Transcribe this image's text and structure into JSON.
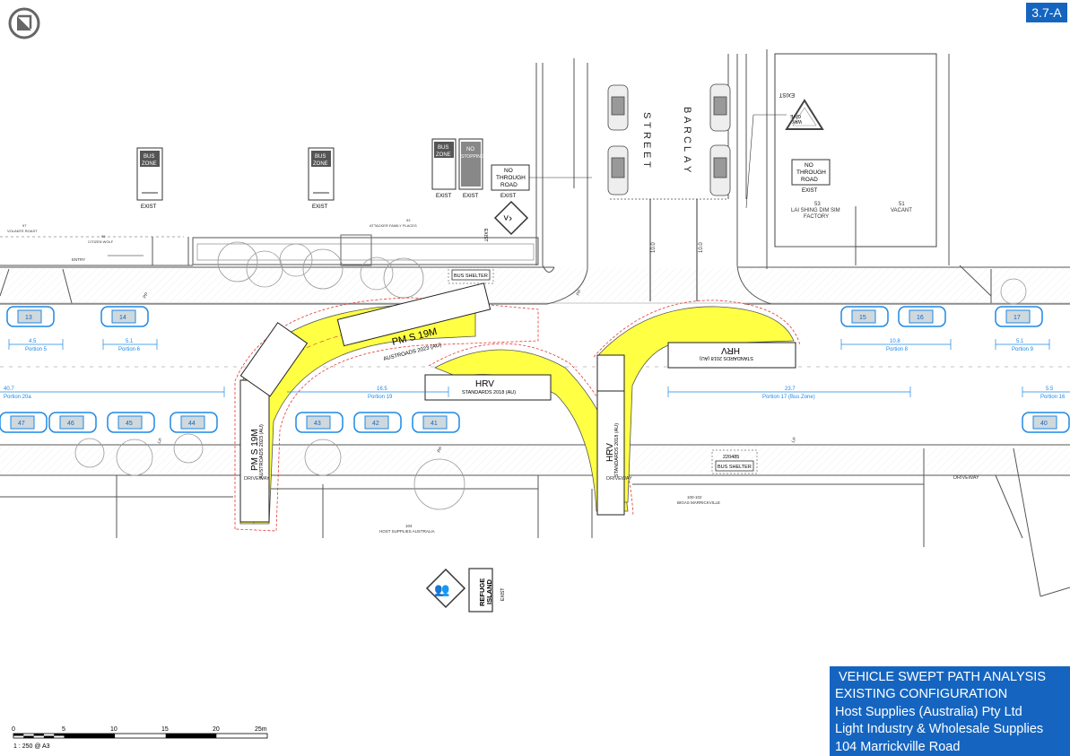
{
  "sheet_id": "3.7-A",
  "title_block": {
    "line1": "VEHICLE SWEPT PATH ANALYSIS",
    "line2": "EXISTING CONFIGURATION",
    "line3": "Host Supplies (Australia) Pty Ltd",
    "line4": "Light Industry & Wholesale Supplies",
    "line5": "104 Marrickville Road"
  },
  "scale": {
    "ticks": [
      "0",
      "5",
      "10",
      "15",
      "20",
      "25m"
    ],
    "label": "1 : 250 @ A3"
  },
  "street_name": {
    "s1": "S",
    "s2": "T",
    "s3": "R",
    "s4": "E",
    "s5": "E",
    "s6": "T",
    "b1": "B",
    "b2": "A",
    "b3": "R",
    "b4": "C",
    "b5": "L",
    "b6": "A",
    "b7": "Y"
  },
  "signs": {
    "bus_zone": [
      "BUS",
      "ZONE"
    ],
    "no_stopping": [
      "NO",
      "STOPPING"
    ],
    "no_through_road": [
      "NO",
      "THROUGH",
      "ROAD"
    ],
    "exist": "EXIST",
    "give_way": [
      "GIVE",
      "WAY"
    ],
    "refuge_island": [
      "REFUGE",
      "ISLAND"
    ]
  },
  "labels": {
    "bus_shelter": "BUS SHELTER",
    "driveway": "DRIVEWAY",
    "lai_shing_1": "53",
    "lai_shing_2": "LAI SHING DIM SIM",
    "lai_shing_3": "FACTORY",
    "vacant_1": "51",
    "vacant_2": "VACANT",
    "entry": "ENTRY",
    "no_220485": "220485",
    "pp": "PP",
    "lp": "LP",
    "host_supplies": "HOST SUPPLIES AUSTRALIA",
    "num_104": "104",
    "num_100_102": "100-102",
    "bigas": "BIGAS MARRICKVILLE",
    "num_97": "97",
    "vol_roast": "VOLANTE ROAST",
    "num_95": "95",
    "citizen_wolf": "CITIZEN WOLF",
    "num_93": "93",
    "attacker": "ATTACKER FAMILY PLACES"
  },
  "dims": {
    "d45": "4.5",
    "d51a": "5.1",
    "d108": "10.8",
    "d51b": "5.1",
    "d407": "40.7",
    "d165": "16.5",
    "d237": "23.7",
    "d55": "5.5",
    "d100a": "10.0",
    "d100b": "10.0"
  },
  "portions": {
    "p5": "Portion 5",
    "p6": "Portion 6",
    "p8": "Portion 8",
    "p9": "Portion 9",
    "p20a": "Portion 20a",
    "p19": "Portion 19",
    "p17": "Portion 17 (Bus Zone)",
    "p16": "Portion 16"
  },
  "cars_top": [
    "13",
    "14",
    "15",
    "16",
    "17"
  ],
  "cars_bottom": [
    "47",
    "46",
    "45",
    "44",
    "43",
    "42",
    "41",
    "40"
  ],
  "vehicles": {
    "pm_name": "PM S 19M",
    "pm_std": "AUSTROADS 2023 (AU)",
    "hrv_name": "HRV",
    "hrv_std": "STANDARDS 2018 (AU)"
  },
  "colors": {
    "accent": "#1565c0",
    "swept": "#ffff44",
    "envelope": "#e53935",
    "car": "#1e88e5"
  }
}
